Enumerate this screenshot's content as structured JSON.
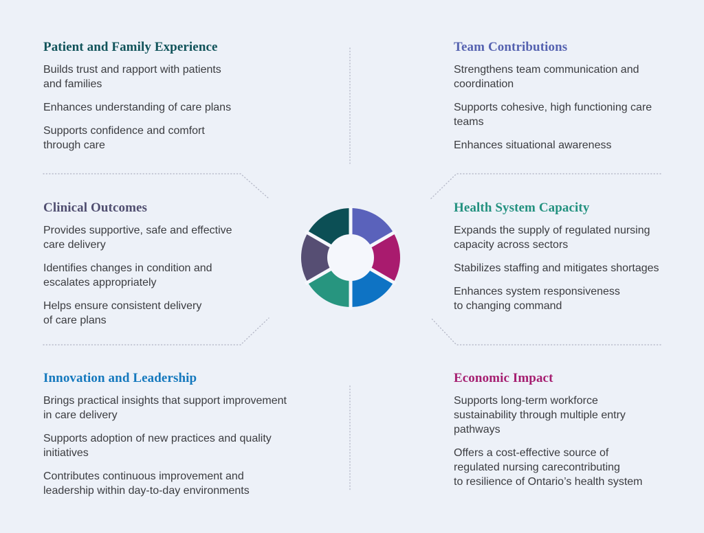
{
  "background": "#edf1f8",
  "text_color": "#3b3c40",
  "divider_color": "#b7bac9",
  "sections": [
    {
      "title": "Patient and Family Experience",
      "color": "#11535a",
      "points": [
        "Builds trust and rapport with patients\nand families",
        "Enhances understanding of care plans",
        "Supports confidence and comfort\nthrough care"
      ]
    },
    {
      "title": "Team Contributions",
      "color": "#5562b0",
      "points": [
        "Strengthens team communication and\ncoordination",
        "Supports cohesive, high functioning care\nteams",
        "Enhances situational awareness"
      ]
    },
    {
      "title": "Clinical Outcomes",
      "color": "#504e70",
      "points": [
        "Provides supportive, safe and effective\ncare delivery",
        "Identifies changes in condition and\nescalates appropriately",
        "Helps ensure consistent delivery\nof care plans"
      ]
    },
    {
      "title": "Health System Capacity",
      "color": "#23917f",
      "points": [
        "Expands the supply of regulated nursing\ncapacity across sectors",
        "Stabilizes staffing and mitigates shortages",
        "Enhances system responsiveness\nto changing command"
      ]
    },
    {
      "title": "Innovation and Leadership",
      "color": "#1478bd",
      "points": [
        "Brings practical insights that support improvement\nin care delivery",
        "Supports adoption of new practices and quality\ninitiatives",
        "Contributes continuous improvement and\nleadership within day-to-day environments"
      ]
    },
    {
      "title": "Economic Impact",
      "color": "#a51e70",
      "points": [
        "Supports long-term workforce\nsustainability through multiple entry\npathways",
        "Offers a cost-effective source of\nregulated nursing carecontributing\nto resilience of Ontario’s health system"
      ]
    }
  ],
  "chart_data": {
    "type": "pie",
    "subtype": "donut",
    "title": "",
    "segments": [
      {
        "label": "Team Contributions",
        "value": 1,
        "color": "#5a62bb"
      },
      {
        "label": "Economic Impact",
        "value": 1,
        "color": "#a91b6e"
      },
      {
        "label": "Innovation and Leadership",
        "value": 1,
        "color": "#0e73c4"
      },
      {
        "label": "Health System Capacity",
        "value": 1,
        "color": "#27957f"
      },
      {
        "label": "Clinical Outcomes",
        "value": 1,
        "color": "#564e73"
      },
      {
        "label": "Patient and Family Experience",
        "value": 1,
        "color": "#0c4f55"
      }
    ],
    "start_angle_deg": -90,
    "clockwise": true,
    "outer_radius": 72,
    "inner_radius": 34,
    "gap_color": "#f5f7fc",
    "legend_position": "none"
  }
}
